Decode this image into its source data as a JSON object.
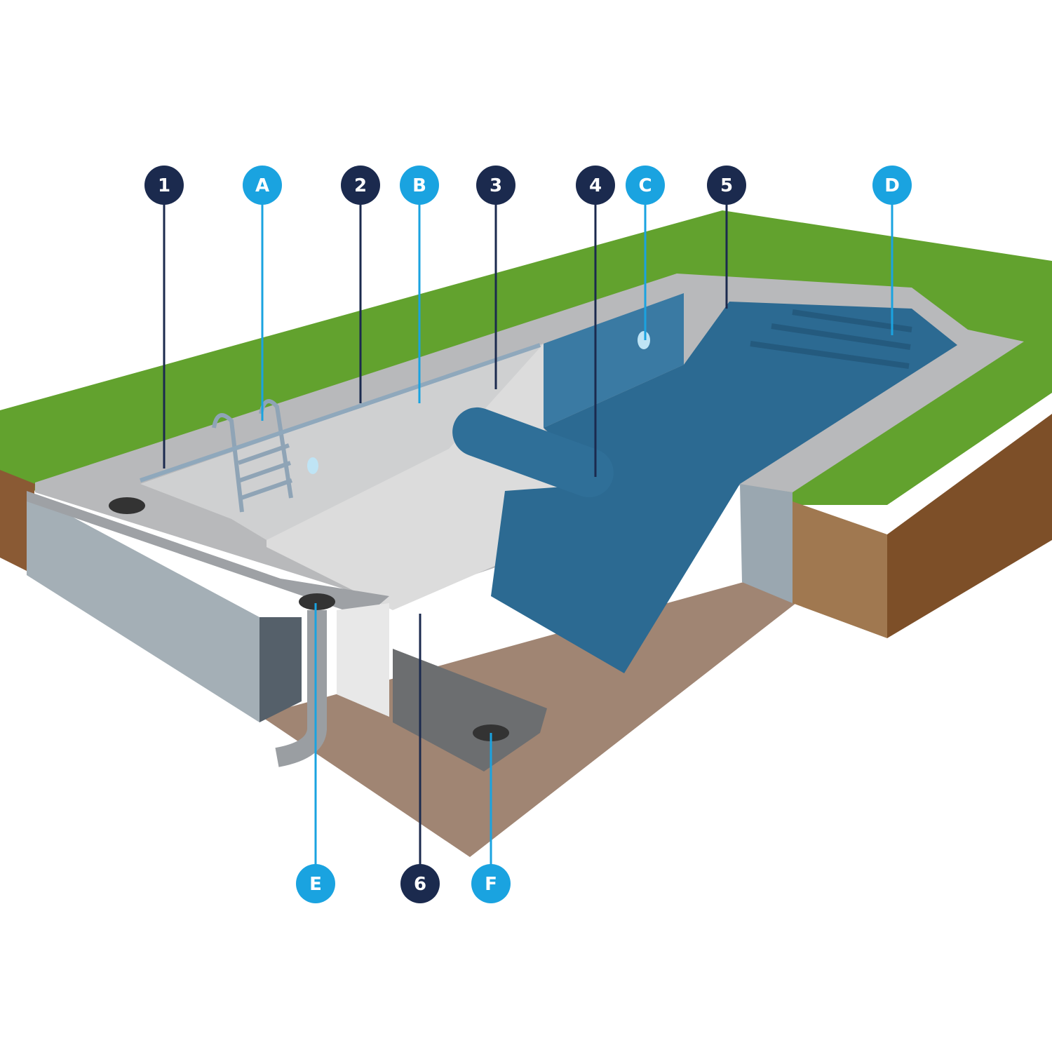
{
  "colors": {
    "navy": "#1b2a4e",
    "blue": "#1aa3e0",
    "grass": "#62a22e",
    "water": "#2c6a92",
    "coping": "#b8b9bb",
    "soil": "#9b7a68"
  },
  "callouts": [
    {
      "label": "1",
      "style": "navy"
    },
    {
      "label": "A",
      "style": "blue"
    },
    {
      "label": "2",
      "style": "navy"
    },
    {
      "label": "B",
      "style": "blue"
    },
    {
      "label": "3",
      "style": "navy"
    },
    {
      "label": "4",
      "style": "navy"
    },
    {
      "label": "C",
      "style": "blue"
    },
    {
      "label": "5",
      "style": "navy"
    },
    {
      "label": "D",
      "style": "blue"
    },
    {
      "label": "E",
      "style": "blue"
    },
    {
      "label": "6",
      "style": "navy"
    },
    {
      "label": "F",
      "style": "blue"
    }
  ]
}
